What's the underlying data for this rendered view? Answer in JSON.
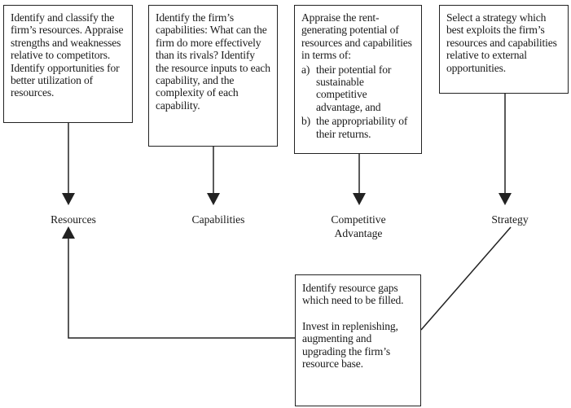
{
  "boxes": {
    "resources": {
      "text": "Identify and classify the firm’s resources. Appraise strengths and weaknesses relative to competitors. Identify opportunities for better utilization of resources."
    },
    "capabilities": {
      "text": "Identify the firm’s capabilities: What can the firm do more effectively than its rivals? Identify the resource inputs to each capability, and the complexity of each capability."
    },
    "competitive_advantage": {
      "intro": "Appraise the rent-generating potential of resources and capabilities in terms of:",
      "items": [
        {
          "marker": "a)",
          "text": "their potential for sustainable competitive advantage, and"
        },
        {
          "marker": "b)",
          "text": "the appropriability of their returns."
        }
      ]
    },
    "strategy": {
      "text": "Select a strategy which best exploits the firm’s resources and capabilities relative to external opportunities."
    },
    "resource_gaps": {
      "paragraphs": [
        "Identify resource gaps which need to be filled.",
        "Invest in replenishing, augmenting and upgrading the firm’s resource base."
      ]
    }
  },
  "nodes": {
    "resources": "Resources",
    "capabilities": "Capabilities",
    "competitive_advantage": "Competitive Advantage",
    "strategy": "Strategy"
  },
  "colors": {
    "line": "#222222",
    "background": "#ffffff"
  }
}
